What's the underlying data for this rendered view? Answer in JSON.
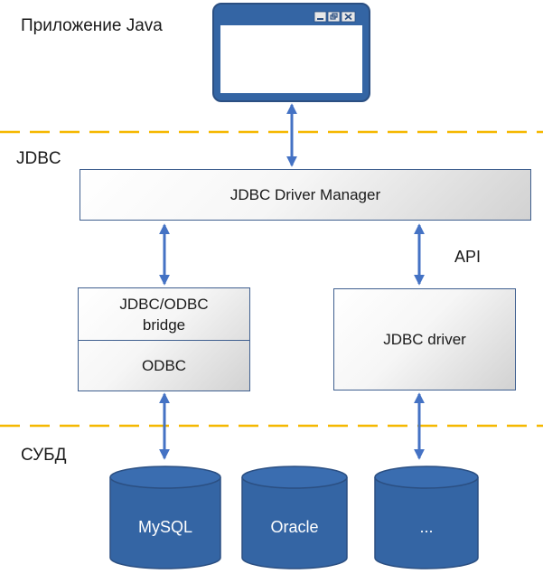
{
  "layers": {
    "app_label": "Приложение Java",
    "jdbc_label": "JDBC",
    "dbms_label": "СУБД"
  },
  "api_label": "API",
  "boxes": {
    "driver_manager": "JDBC Driver Manager",
    "bridge": "JDBC/ODBC bridge",
    "odbc": "ODBC",
    "jdbc_driver": "JDBC driver"
  },
  "databases": [
    "MySQL",
    "Oracle",
    "..."
  ],
  "colors": {
    "separator": "#f5b800",
    "arrow": "#4472c4",
    "box_border": "#3f5f8f",
    "db_fill": "#3465a4",
    "db_stroke": "#2b4f82",
    "window_fill": "#3465a4"
  },
  "icons": [
    "window-minimize-icon",
    "window-restore-icon",
    "window-close-icon"
  ]
}
